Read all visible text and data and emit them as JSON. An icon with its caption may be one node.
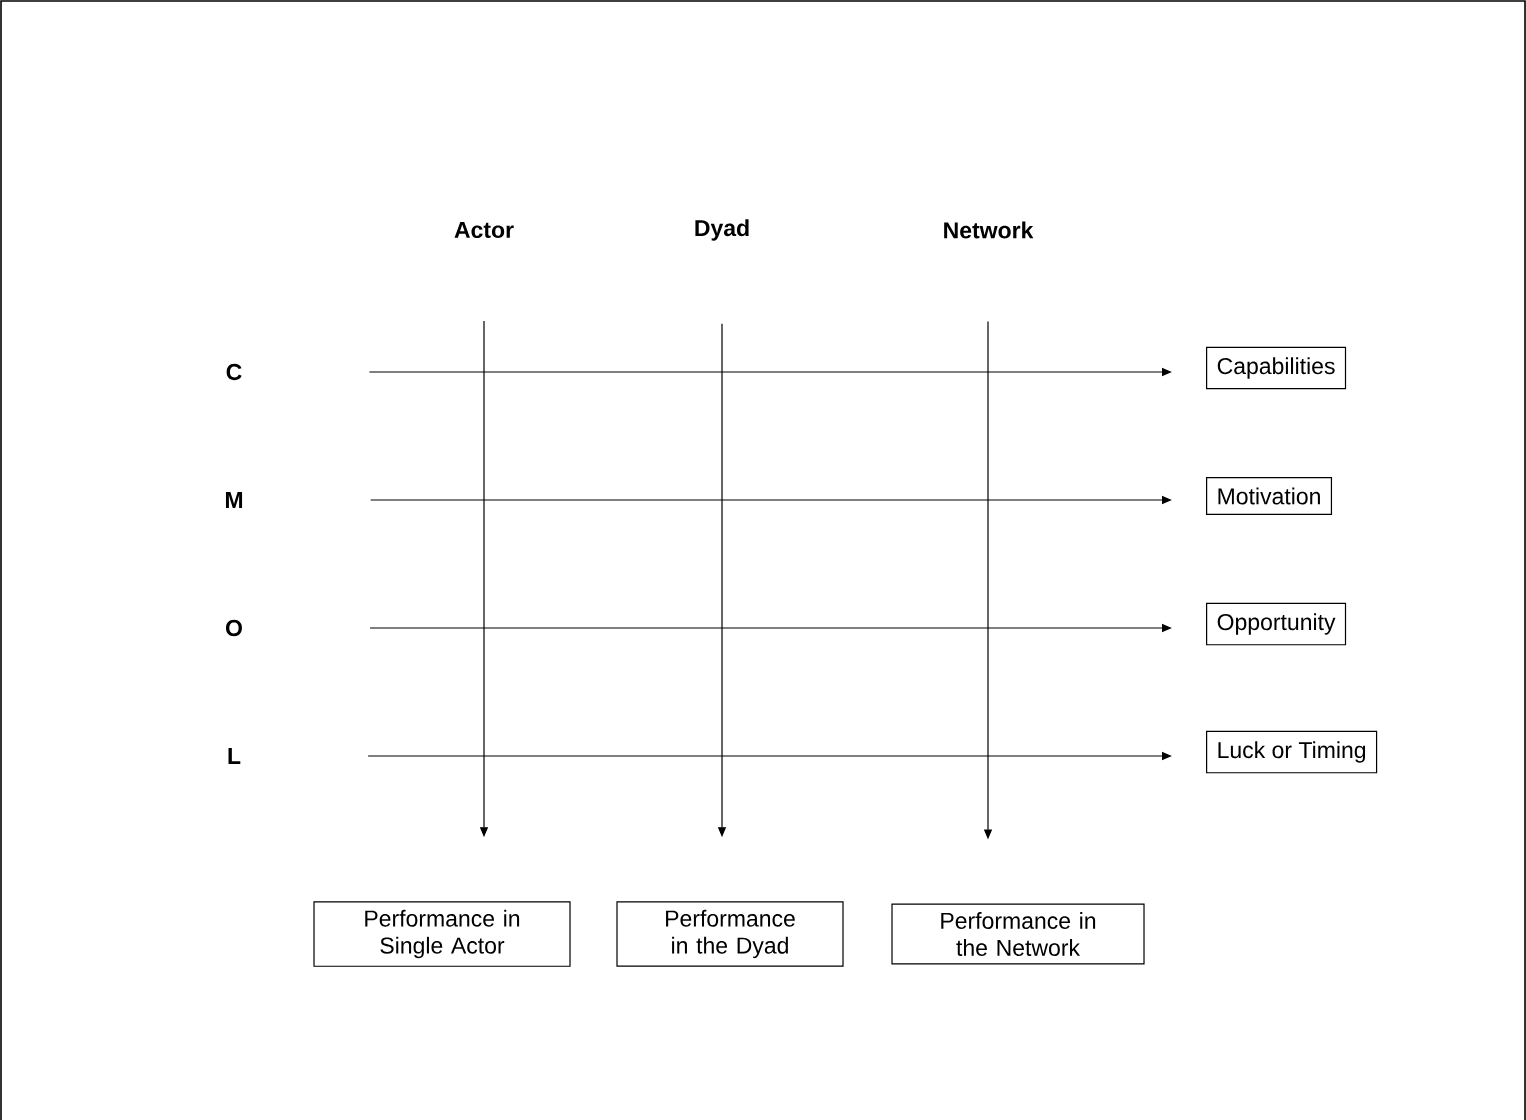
{
  "diagram": {
    "nodes": [
      {
        "text": [
          "Actor"
        ]
      },
      {
        "text": [
          "Dyad"
        ]
      },
      {
        "text": [
          "Network"
        ]
      },
      {
        "text": [
          "C"
        ]
      },
      {
        "text": [
          "Capabilities"
        ]
      },
      {
        "text": [
          "M"
        ]
      },
      {
        "text": [
          "Motivation"
        ]
      },
      {
        "text": [
          "O"
        ]
      },
      {
        "text": [
          "Opportunity"
        ]
      },
      {
        "text": [
          "L"
        ]
      },
      {
        "text": [
          "Luck or Timing"
        ]
      },
      {
        "text": [
          "Performance in Single Actor"
        ]
      },
      {
        "text": [
          "Performance in the Dyad"
        ]
      },
      {
        "text": [
          "Performance in the Network"
        ]
      }
    ],
    "edges": [
      {
        "from": 3,
        "to": 4,
        "arrow": "to"
      },
      {
        "from": 5,
        "to": 6,
        "arrow": "to"
      },
      {
        "from": 7,
        "to": 8,
        "arrow": "to"
      },
      {
        "from": 9,
        "to": 10,
        "arrow": "to"
      },
      {
        "from": 0,
        "to": 11,
        "arrow": "to"
      },
      {
        "from": 1,
        "to": 12,
        "arrow": "to"
      },
      {
        "from": 2,
        "to": 13,
        "arrow": "to"
      }
    ]
  }
}
